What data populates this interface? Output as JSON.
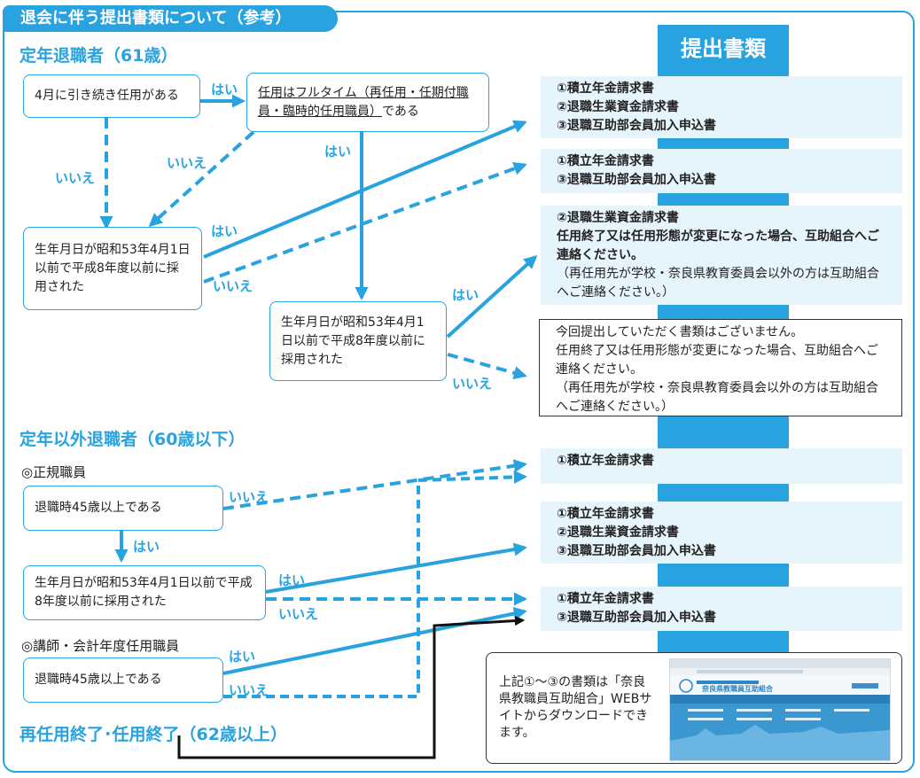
{
  "page_title": "退会に伴う提出書類について（参考）",
  "column_header": "提出書類",
  "sections": {
    "retire_61": "定年退職者（61歳）",
    "retire_60": "定年以外退職者（60歳以下）",
    "reemploy_end": "再任用終了･任用終了（62歳以上）"
  },
  "sub_labels": {
    "regular": "◎正規職員",
    "lecturer": "◎講師・会計年度任用職員"
  },
  "nodes": {
    "q_april": "4月に引き続き任用がある",
    "q_fulltime_u": "任用はフルタイム（再任用・任期付職員・臨時的任用職員）",
    "q_fulltime_rest": "である",
    "q_birth_a": "生年月日が昭和53年4月1日以前で平成8年度以前に採用された",
    "q_birth_b": "生年月日が昭和53年4月1日以前で平成8年度以前に採用された",
    "q_age45_regular": "退職時45歳以上である",
    "q_birth_c": "生年月日が昭和53年4月1日以前で平成8年度以前に採用された",
    "q_age45_lecturer": "退職時45歳以上である"
  },
  "answers": {
    "yes": "はい",
    "no": "いいえ"
  },
  "docs": {
    "d1": [
      "①積立年金請求書",
      "②退職生業資金請求書",
      "③退職互助部会員加入申込書"
    ],
    "d2": [
      "①積立年金請求書",
      "③退職互助部会員加入申込書"
    ],
    "d3_bold": [
      "②退職生業資金請求書",
      "任用終了又は任用形態が変更になった場合、互助組合へご連絡ください。"
    ],
    "d3_note": "（再任用先が学校・奈良県教育委員会以外の方は互助組合へご連絡ください。）",
    "d4": [
      "今回提出していただく書類はございません。",
      "任用終了又は任用形態が変更になった場合、互助組合へご連絡ください。",
      "（再任用先が学校・奈良県教育委員会以外の方は互助組合へご連絡ください。）"
    ],
    "d5": [
      "①積立年金請求書"
    ],
    "d6": [
      "①積立年金請求書",
      "②退職生業資金請求書",
      "③退職互助部会員加入申込書"
    ],
    "d7": [
      "①積立年金請求書",
      "③退職互助部会員加入申込書"
    ]
  },
  "info": {
    "text": "上記①～③の書類は「奈良県教職員互助組合」WEBサイトからダウンロードできます。",
    "site_name": "奈良県教職員互助組合"
  },
  "colors": {
    "accent": "#29a3df",
    "doc_bg": "#e6f4fb",
    "black": "#111111"
  }
}
